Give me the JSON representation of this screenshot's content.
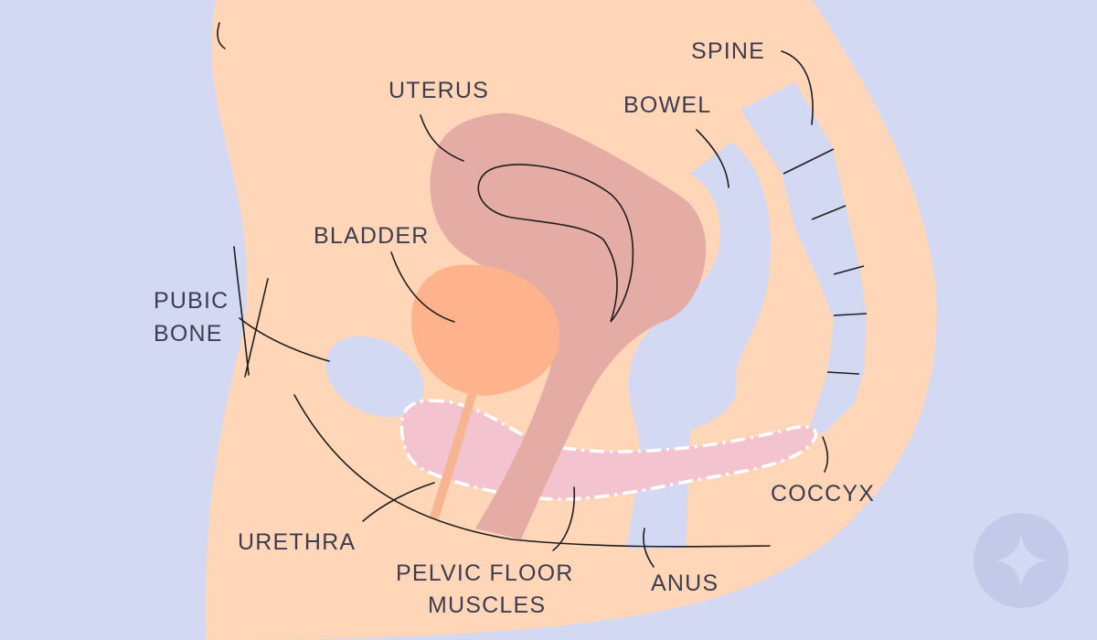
{
  "colors": {
    "background": "#d3d8f3",
    "body": "#ffd6b8",
    "uterus": "#e4aca4",
    "bladder": "#ffb38c",
    "bone": "#d3d8f3",
    "pelvic_floor": "#f3c3d0",
    "urethra": "#f7b58f",
    "label_text": "#3d3d4f",
    "logo_circle": "#c4c9e9"
  },
  "labels": {
    "spine": "SPINE",
    "uterus": "UTERUS",
    "bowel": "BOWEL",
    "bladder": "BLADDER",
    "pubic_bone_1": "PUBIC",
    "pubic_bone_2": "BONE",
    "coccyx": "COCCYX",
    "urethra": "URETHRA",
    "pelvic_floor_1": "PELVIC FLOOR",
    "pelvic_floor_2": "MUSCLES",
    "anus": "ANUS"
  },
  "logo": {
    "icon": "sparkle-icon"
  }
}
